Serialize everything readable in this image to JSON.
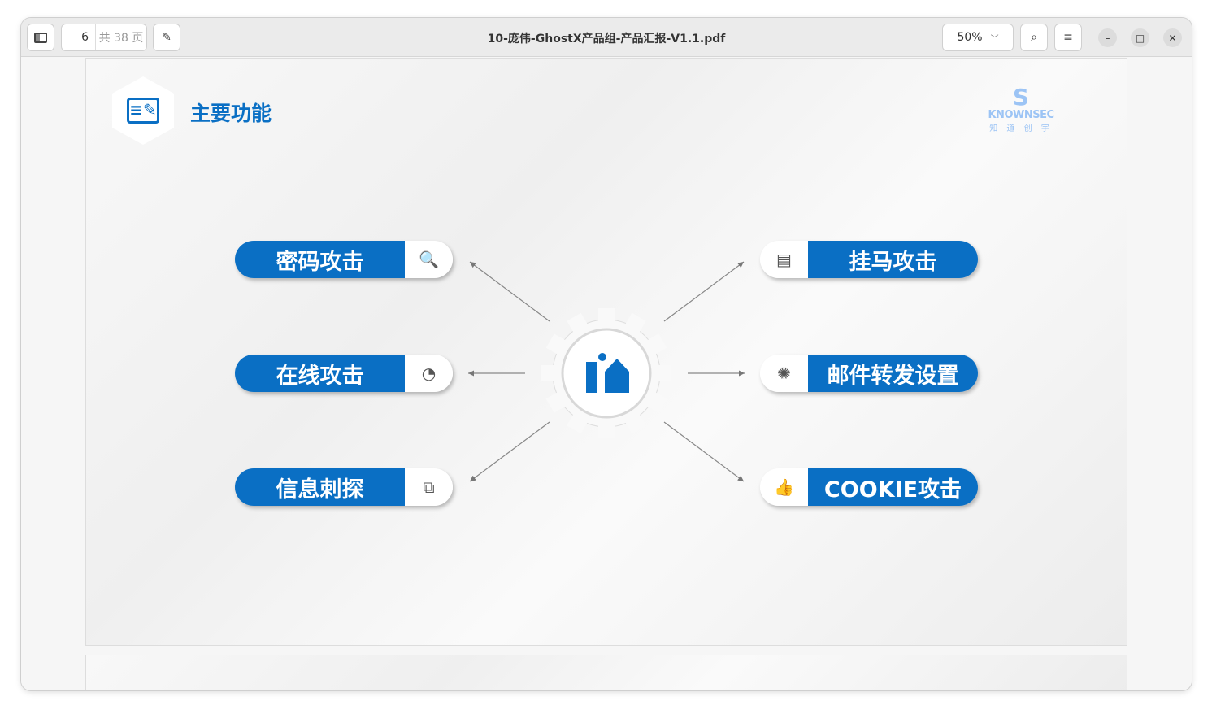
{
  "toolbar": {
    "page_current": "6",
    "page_total": "共 38 页",
    "zoom": "50%"
  },
  "window": {
    "title": "10-庞伟-GhostX产品组-产品汇报-V1.1.pdf"
  },
  "slide": {
    "heading": "主要功能",
    "logo": {
      "text": "KNOWNSEC",
      "sub": "知 道 创 宇"
    },
    "left_items": [
      {
        "label": "密码攻击",
        "icon": "key-search-icon"
      },
      {
        "label": "在线攻击",
        "icon": "chart-circle-icon"
      },
      {
        "label": "信息刺探",
        "icon": "code-window-icon"
      }
    ],
    "right_items": [
      {
        "label": "挂马攻击",
        "icon": "browser-edit-icon"
      },
      {
        "label": "邮件转发设置",
        "icon": "gear-network-icon"
      },
      {
        "label": "COOKIE攻击",
        "icon": "thumbs-up-icon"
      }
    ]
  },
  "colors": {
    "accent": "#0a6fc4"
  }
}
